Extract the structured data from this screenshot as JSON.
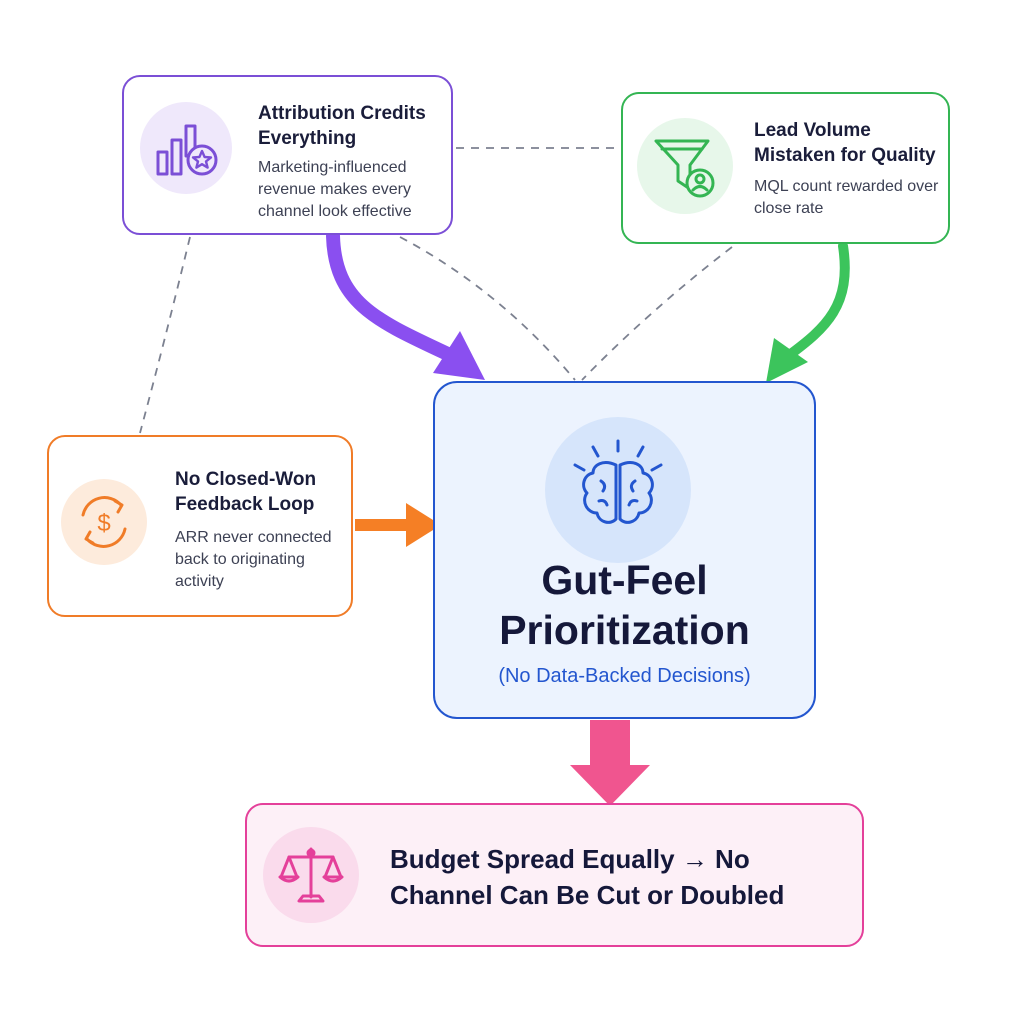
{
  "nodes": {
    "attribution": {
      "title": "Attribution Credits Everything",
      "description": "Marketing-influenced revenue makes every channel look effective",
      "icon": "bar-chart-star-icon",
      "color": "#7b4fd6"
    },
    "lead_volume": {
      "title": "Lead Volume Mistaken for Quality",
      "description": "MQL count rewarded over close rate",
      "icon": "funnel-person-icon",
      "color": "#34b553"
    },
    "feedback_loop": {
      "title": "No Closed-Won Feedback Loop",
      "description": "ARR never connected back to originating activity",
      "icon": "dollar-cycle-icon",
      "color": "#f07c28"
    },
    "central": {
      "title": "Gut-Feel Prioritization",
      "subtitle": "(No Data-Backed Decisions)",
      "icon": "brain-icon",
      "color": "#2356cf"
    },
    "outcome": {
      "title": "Budget Spread Equally → No Channel Can Be Cut or Doubled",
      "icon": "balance-scale-icon",
      "color": "#e4409a"
    }
  },
  "edges": [
    {
      "from": "attribution",
      "to": "central",
      "style": "solid-arrow",
      "color": "#8a4ff0"
    },
    {
      "from": "lead_volume",
      "to": "central",
      "style": "solid-arrow",
      "color": "#3cc45c"
    },
    {
      "from": "feedback_loop",
      "to": "central",
      "style": "solid-arrow",
      "color": "#f57f25"
    },
    {
      "from": "central",
      "to": "outcome",
      "style": "block-arrow",
      "color": "#f0558f"
    },
    {
      "from": "attribution",
      "to": "lead_volume",
      "style": "dashed"
    },
    {
      "from": "attribution",
      "to": "feedback_loop",
      "style": "dashed"
    },
    {
      "from": "attribution",
      "to": "central",
      "style": "dashed"
    },
    {
      "from": "lead_volume",
      "to": "central",
      "style": "dashed"
    }
  ]
}
